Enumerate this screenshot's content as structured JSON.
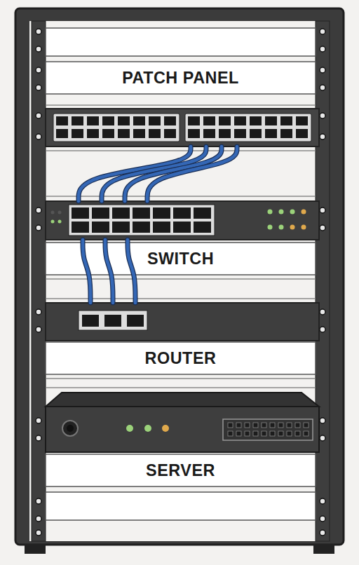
{
  "diagram": {
    "nodes": [
      {
        "text": [
          "PATCH PANEL"
        ]
      },
      {
        "text": [
          "SWITCH"
        ]
      },
      {
        "text": [
          "ROUTER"
        ]
      },
      {
        "text": [
          "SERVER"
        ]
      }
    ],
    "edges": [
      {
        "from": 0,
        "to": 1,
        "arrow": "none"
      },
      {
        "from": 0,
        "to": 1,
        "arrow": "none"
      },
      {
        "from": 0,
        "to": 1,
        "arrow": "none"
      },
      {
        "from": 0,
        "to": 1,
        "arrow": "none"
      },
      {
        "from": 1,
        "to": 2,
        "arrow": "none"
      },
      {
        "from": 1,
        "to": 2,
        "arrow": "none"
      },
      {
        "from": 1,
        "to": 2,
        "arrow": "none"
      }
    ]
  }
}
